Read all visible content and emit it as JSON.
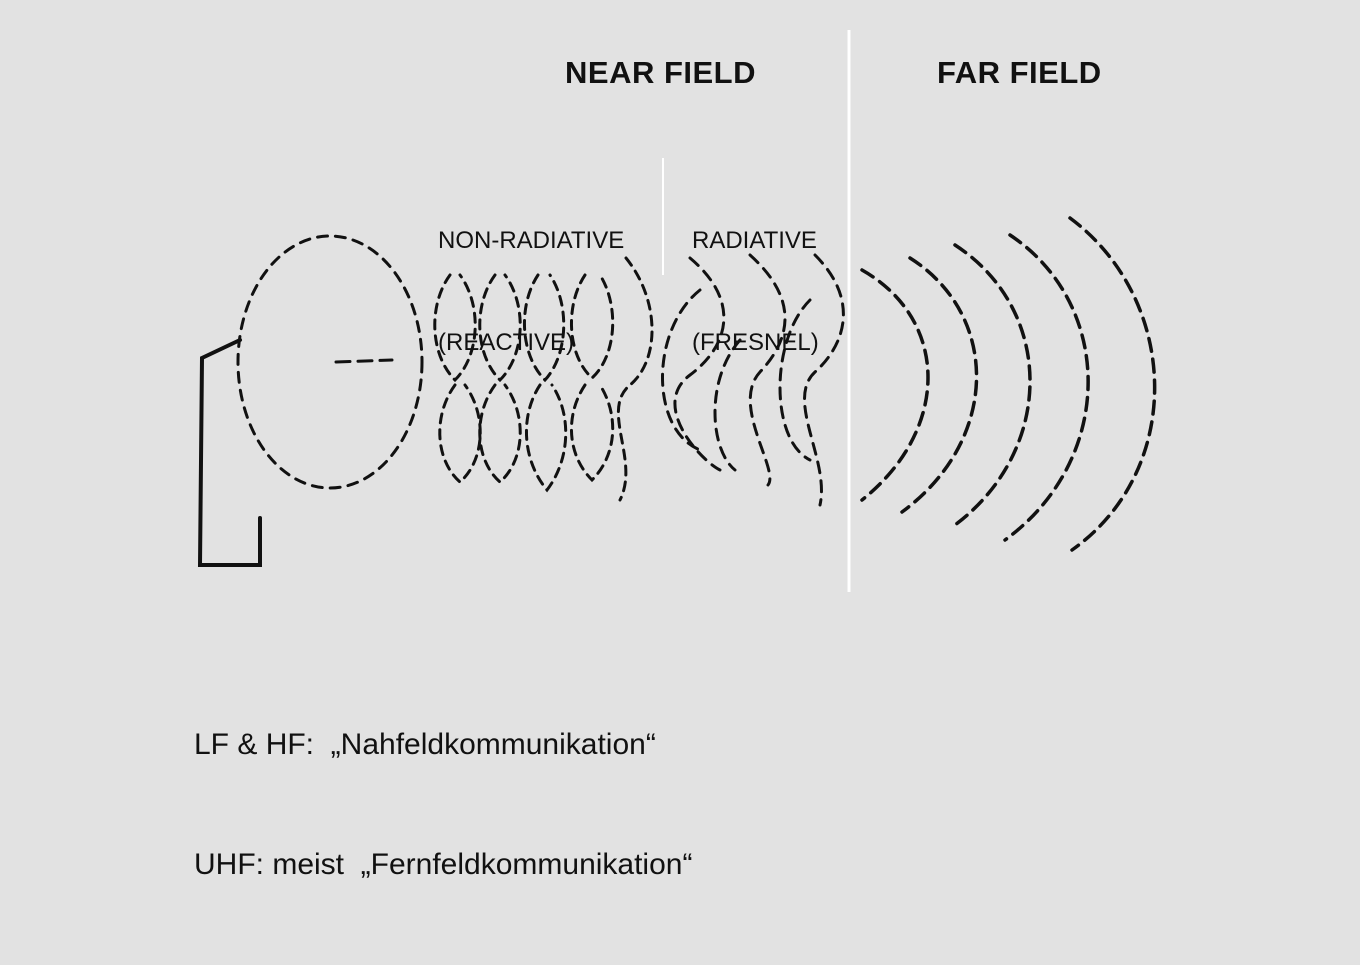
{
  "regions": {
    "near_field": "NEAR FIELD",
    "far_field": "FAR FIELD",
    "non_radiative_line1": "NON-RADIATIVE",
    "non_radiative_line2": "(REACTIVE)",
    "radiative_line1": "RADIATIVE",
    "radiative_line2": "(FRESNEL)"
  },
  "caption": {
    "line1": "LF & HF:  „Nahfeldkommunikation“",
    "line2": "UHF: meist  „Fernfeldkommunikation“"
  },
  "colors": {
    "background": "#e2e2e2",
    "ink": "#111111",
    "divider": "#ffffff"
  }
}
